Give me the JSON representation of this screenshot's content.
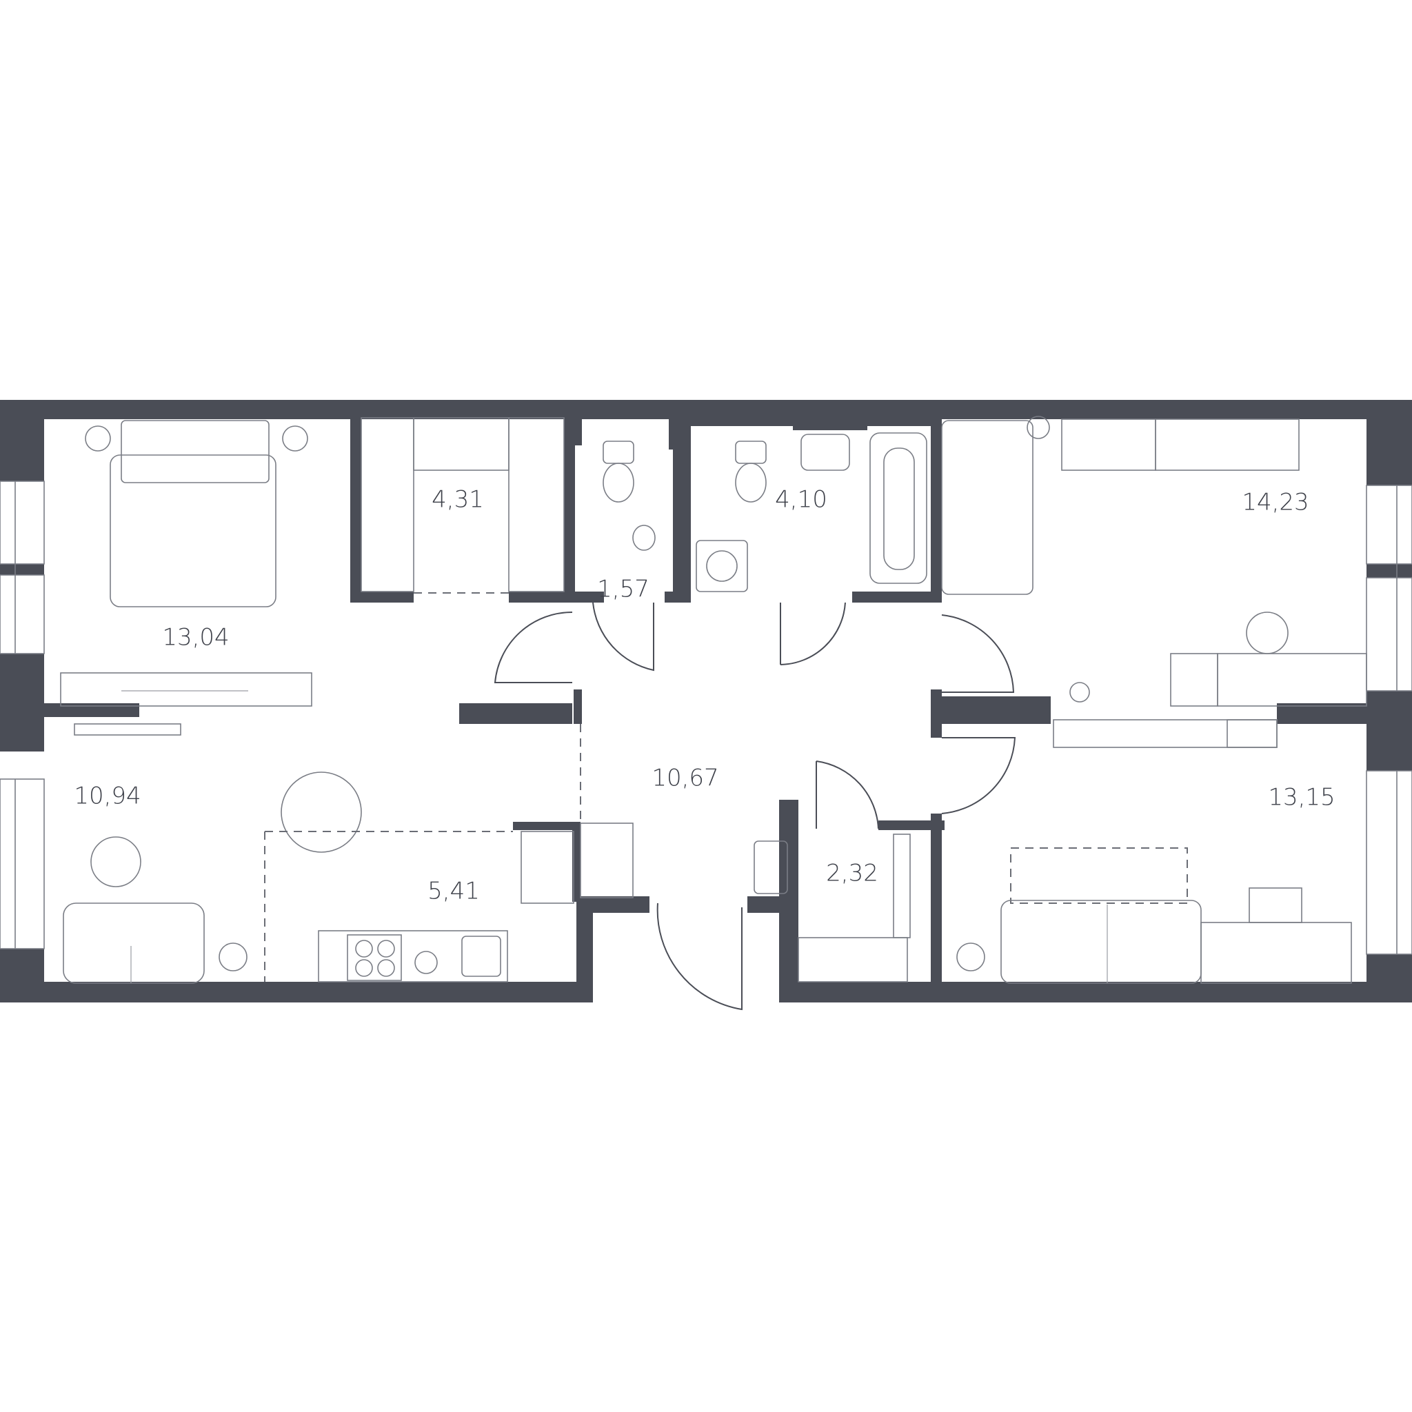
{
  "colors": {
    "wall": "#4a4d56",
    "label": "#3d4049",
    "furniture": "#7a7d85",
    "background": "#ffffff"
  },
  "rooms": {
    "bedroom_top_left": "13,04",
    "wardrobe_top": "4,31",
    "wc": "1,57",
    "bathroom": "4,10",
    "bedroom_top_right": "14,23",
    "living_left": "10,94",
    "kitchen": "5,41",
    "hall": "10,67",
    "storage": "2,32",
    "bedroom_bottom_right": "13,15"
  }
}
